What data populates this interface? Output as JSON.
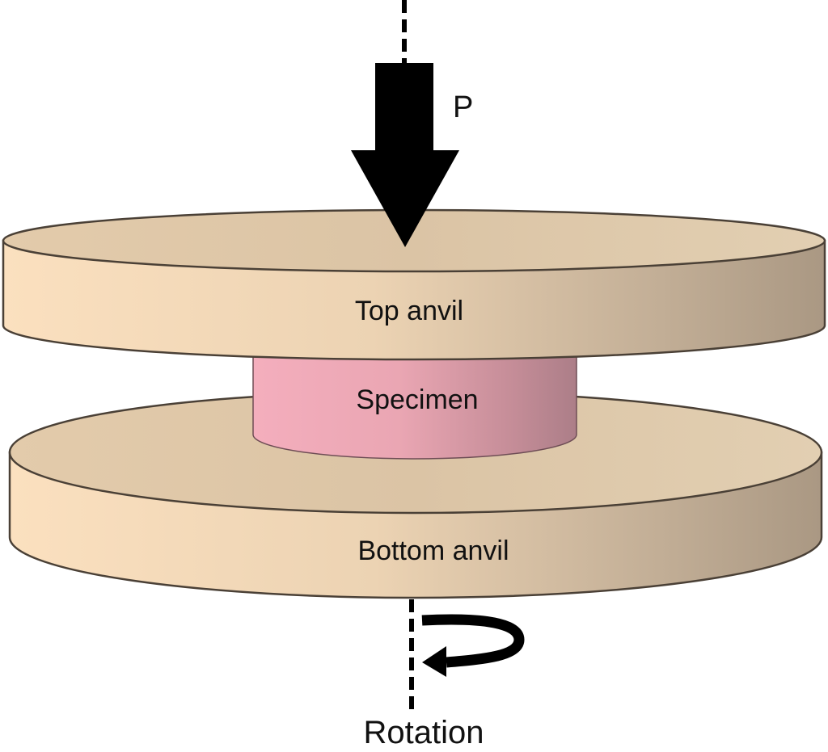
{
  "diagram": {
    "title": "Torsion test setup with top and bottom anvils",
    "labels": {
      "load": "P",
      "top_anvil": "Top anvil",
      "specimen": "Specimen",
      "bottom_anvil": "Bottom anvil",
      "rotation": "Rotation"
    },
    "colors": {
      "anvil_side_light": "#f8dcbc",
      "anvil_side_dark": "#b09e88",
      "anvil_top": "#d8c2a4",
      "specimen_light": "#f0a7b6",
      "specimen_dark": "#b98590",
      "outline": "#4a4036",
      "arrow": "#000000"
    }
  }
}
